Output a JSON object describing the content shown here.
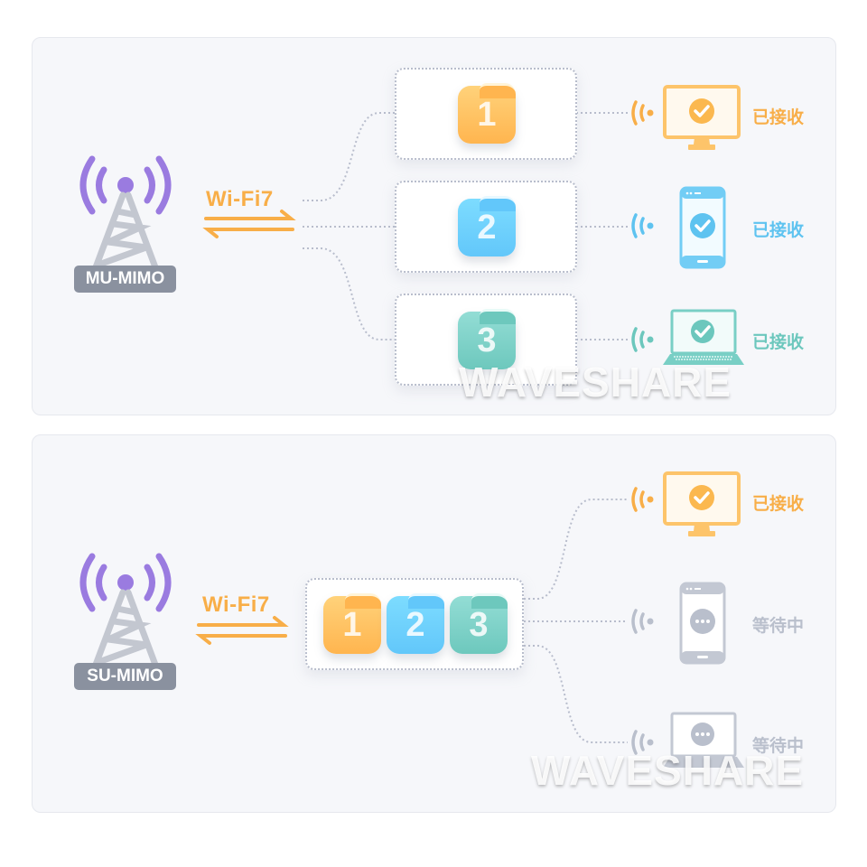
{
  "colors": {
    "orange": "#f8ae48",
    "blue": "#5ec3f0",
    "teal": "#6cc7bd",
    "gray": "#b9bfcc",
    "purple": "#9a7be0",
    "tower_gray": "#c3c7d0",
    "badge_gray": "#8a919f",
    "dotted_line": "#b8bdcc",
    "panel_bg": "#f6f7fa"
  },
  "mu_mimo": {
    "badge": "MU-MIMO",
    "link_label": "Wi-Fi7",
    "packets": [
      {
        "number": "1",
        "color": "orange"
      },
      {
        "number": "2",
        "color": "blue"
      },
      {
        "number": "3",
        "color": "teal"
      }
    ],
    "devices": [
      {
        "type": "monitor",
        "icon": "check-icon",
        "status": "已接收",
        "color": "#f8ae48"
      },
      {
        "type": "phone",
        "icon": "check-icon",
        "status": "已接收",
        "color": "#5ec3f0"
      },
      {
        "type": "laptop",
        "icon": "check-icon",
        "status": "已接收",
        "color": "#6cc7bd"
      }
    ],
    "watermark": "WAVESHARE"
  },
  "su_mimo": {
    "badge": "SU-MIMO",
    "link_label": "Wi-Fi7",
    "packets": [
      {
        "number": "1",
        "color": "orange"
      },
      {
        "number": "2",
        "color": "blue"
      },
      {
        "number": "3",
        "color": "teal"
      }
    ],
    "devices": [
      {
        "type": "monitor",
        "icon": "check-icon",
        "status": "已接收",
        "color": "#f8ae48"
      },
      {
        "type": "phone",
        "icon": "more-icon",
        "status": "等待中",
        "color": "#b9bfcc"
      },
      {
        "type": "laptop",
        "icon": "more-icon",
        "status": "等待中",
        "color": "#b9bfcc"
      }
    ],
    "watermark": "WAVESHARE"
  }
}
